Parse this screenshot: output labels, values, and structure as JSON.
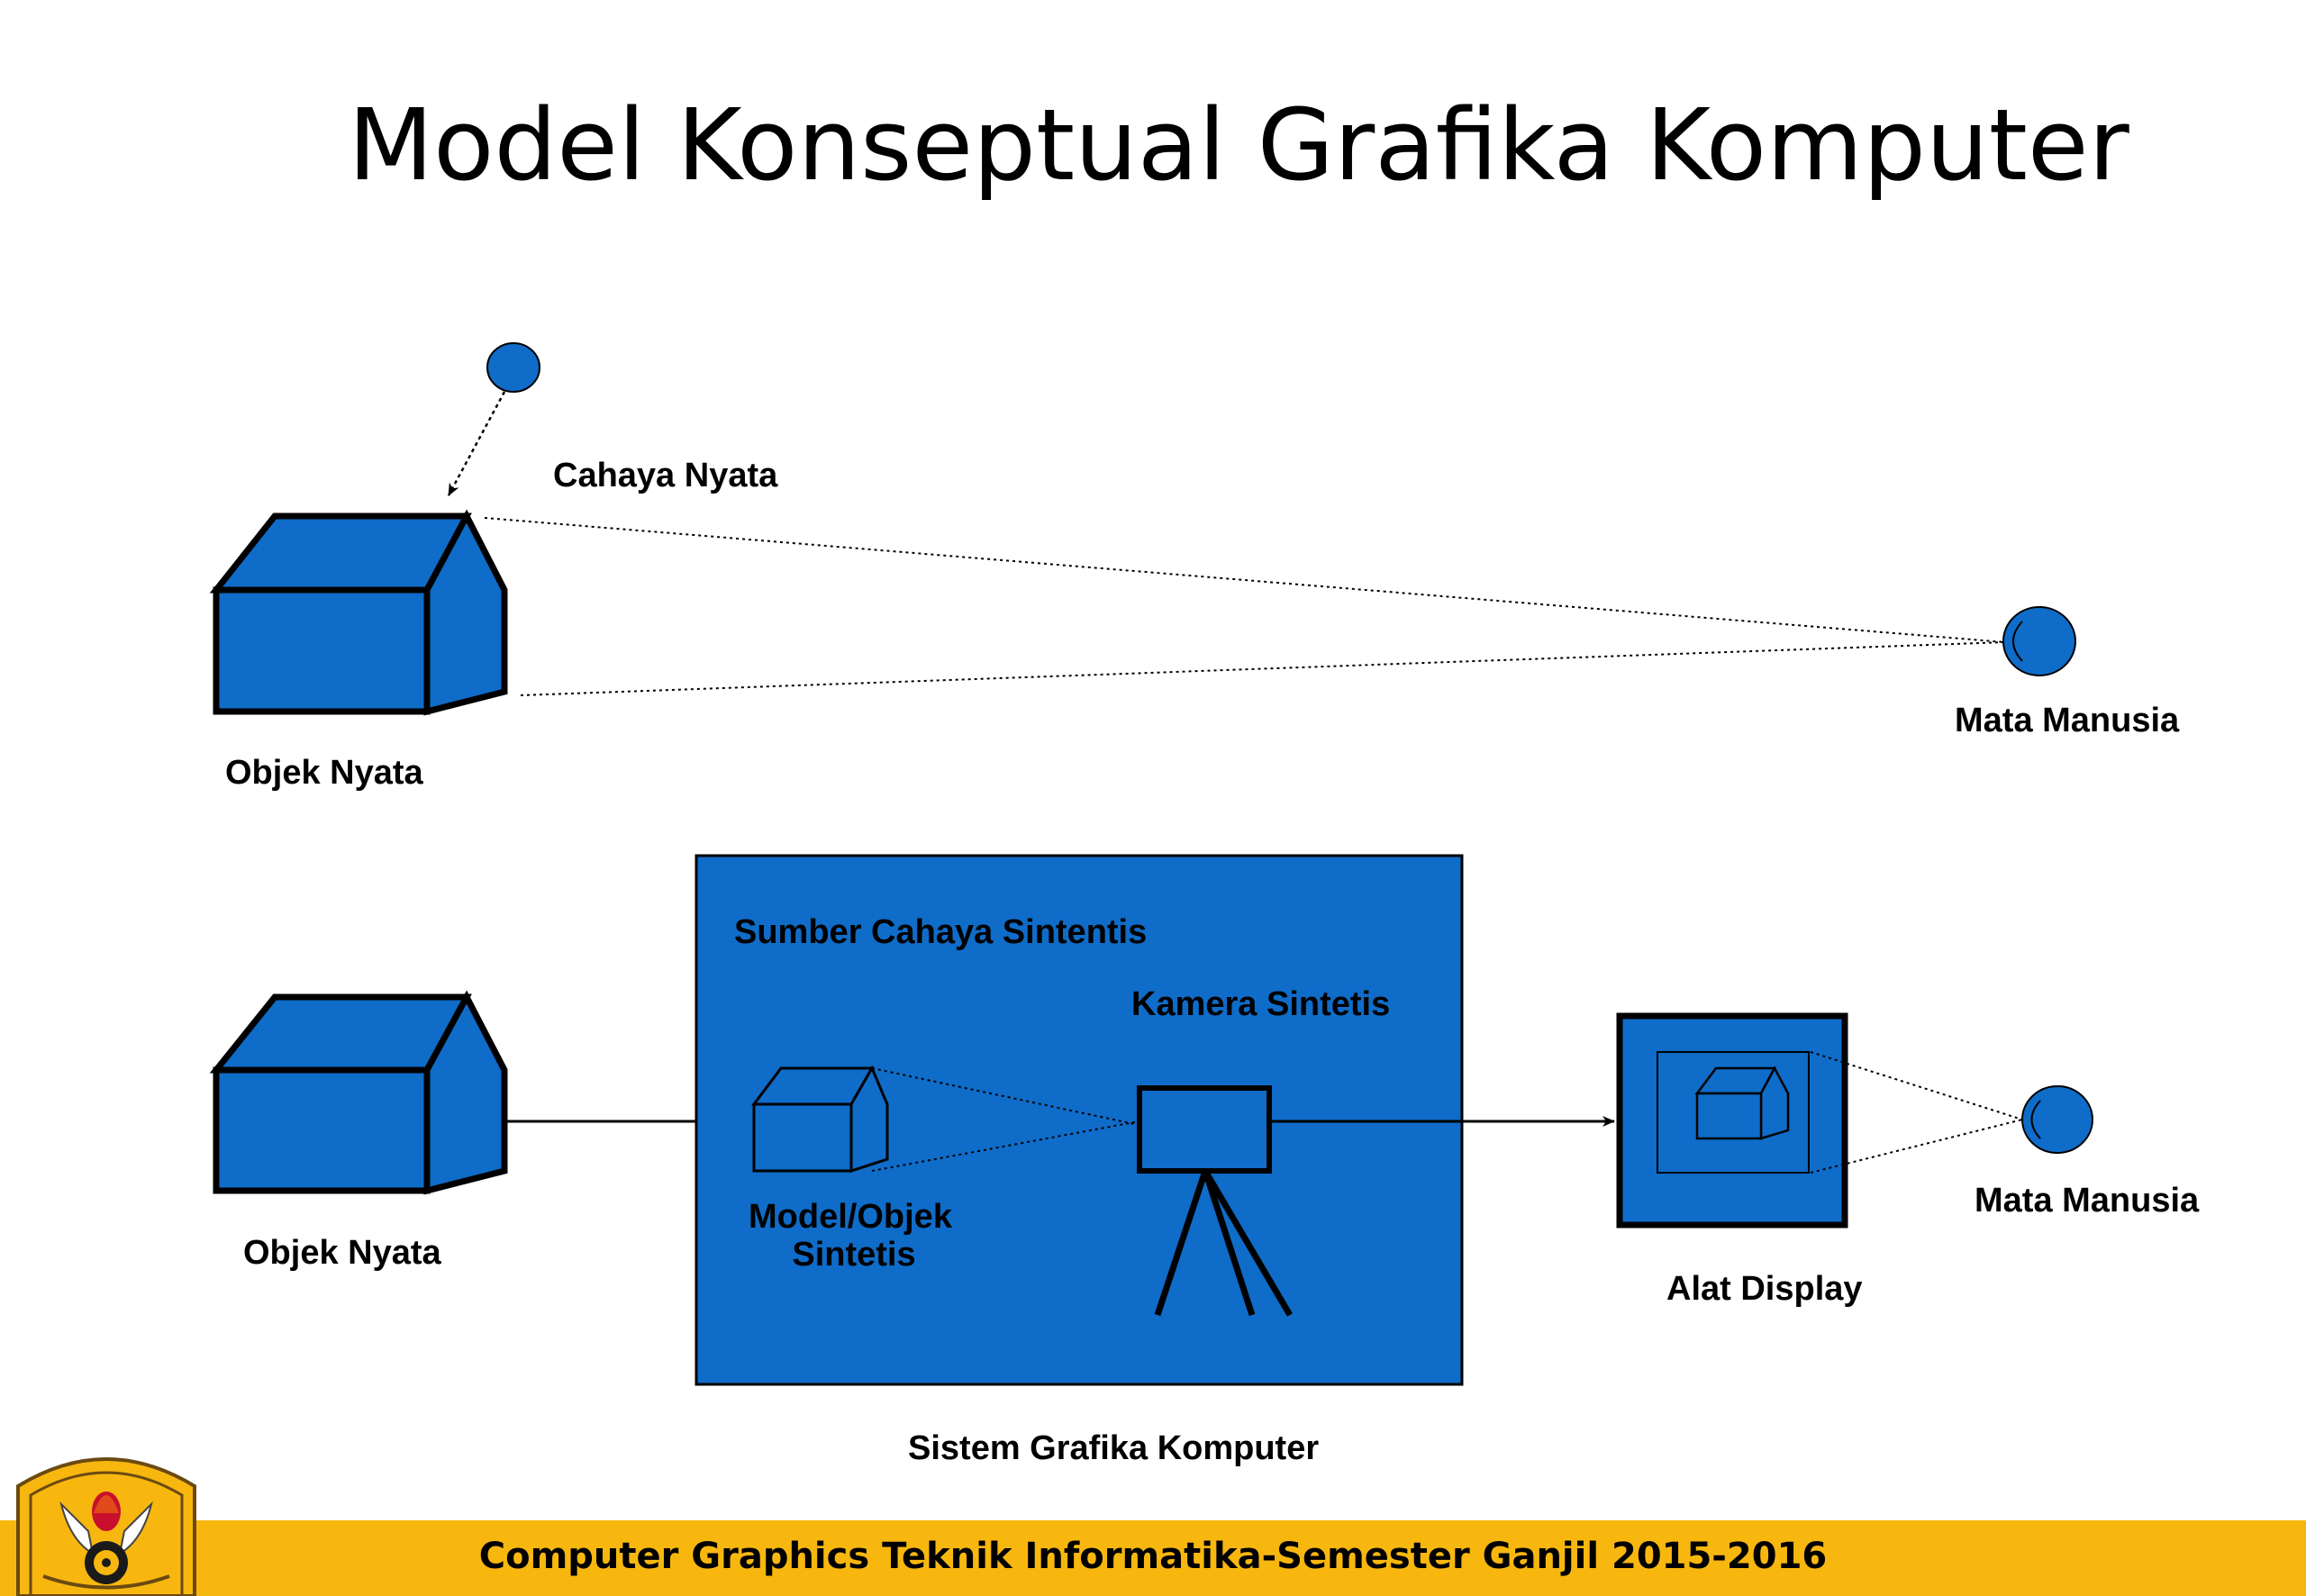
{
  "slide": {
    "title": "Model Konseptual Grafika Komputer",
    "footer": "Computer Graphics Teknik Informatika-Semester Ganjil 2015-2016"
  },
  "colors": {
    "shape_fill": "#0f6cc8",
    "outline": "#000000",
    "footer_bar": "#f7b70f",
    "background": "#ffffff"
  },
  "diagram": {
    "top": {
      "light_label": "Cahaya Nyata",
      "object_label": "Objek Nyata",
      "eye_label": "Mata Manusia"
    },
    "bottom": {
      "object_label": "Objek Nyata",
      "system_label": "Sistem Grafika Komputer",
      "light_source_label": "Sumber Cahaya Sintentis",
      "camera_label": "Kamera Sintetis",
      "model_label_line1": "Model/Objek",
      "model_label_line2": "Sintetis",
      "display_label": "Alat Display",
      "eye_label": "Mata Manusia"
    }
  },
  "icons": {
    "logo": "university-seal-icon",
    "light": "light-source-icon",
    "eye": "eye-icon",
    "house": "house-icon",
    "camera": "camera-tripod-icon",
    "display": "display-monitor-icon"
  }
}
